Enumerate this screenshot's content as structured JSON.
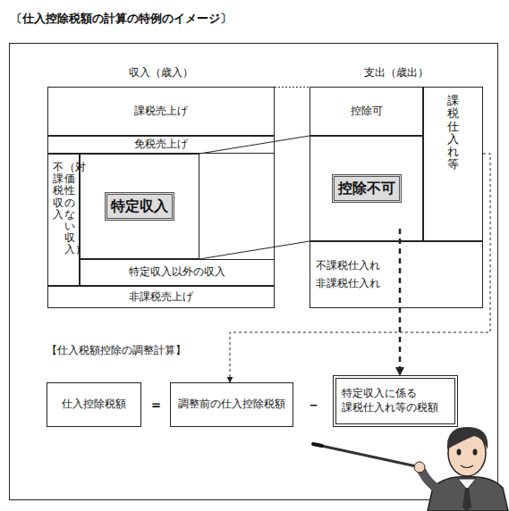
{
  "diagram": {
    "title": "〔仕入控除税額の計算の特例のイメージ〕",
    "nodes": [
      {
        "text": [
          "収入（歳入）"
        ]
      },
      {
        "text": [
          "課税売上げ"
        ],
        "in": 0
      },
      {
        "text": [
          "免税売上げ"
        ],
        "in": 0
      },
      {
        "text": [
          "（対価性のない収入）",
          "不課税収入"
        ],
        "in": 0
      },
      {
        "text": [
          "特定収入"
        ],
        "in": 0
      },
      {
        "text": [
          "特定収入以外の収入"
        ],
        "in": 0
      },
      {
        "text": [
          "非課税売上げ"
        ],
        "in": 0
      },
      {
        "text": [
          "支出（歳出）"
        ]
      },
      {
        "text": [
          "控除可"
        ],
        "in": 7
      },
      {
        "text": [
          "控除不可"
        ],
        "in": 7
      },
      {
        "text": [
          "課税仕入れ等"
        ],
        "in": 7
      },
      {
        "text": [
          "不課税仕入れ",
          "非課税仕入れ"
        ],
        "in": 7
      },
      {
        "text": [
          "仕入控除税額"
        ]
      },
      {
        "text": [
          "調整前の仕入控除税額"
        ]
      },
      {
        "text": [
          "特定収入に係る 課税仕入れ等の税額"
        ]
      }
    ],
    "edges": [
      {
        "from": 0,
        "to": 7,
        "arrow": "none"
      },
      {
        "from": 4,
        "to": 9,
        "arrow": "none"
      },
      {
        "from": 10,
        "to": 13,
        "arrow": "to"
      },
      {
        "from": 9,
        "to": 14,
        "arrow": "to"
      }
    ],
    "labels": [
      "【仕入税額控除の調整計算】",
      "＝",
      "－"
    ]
  }
}
